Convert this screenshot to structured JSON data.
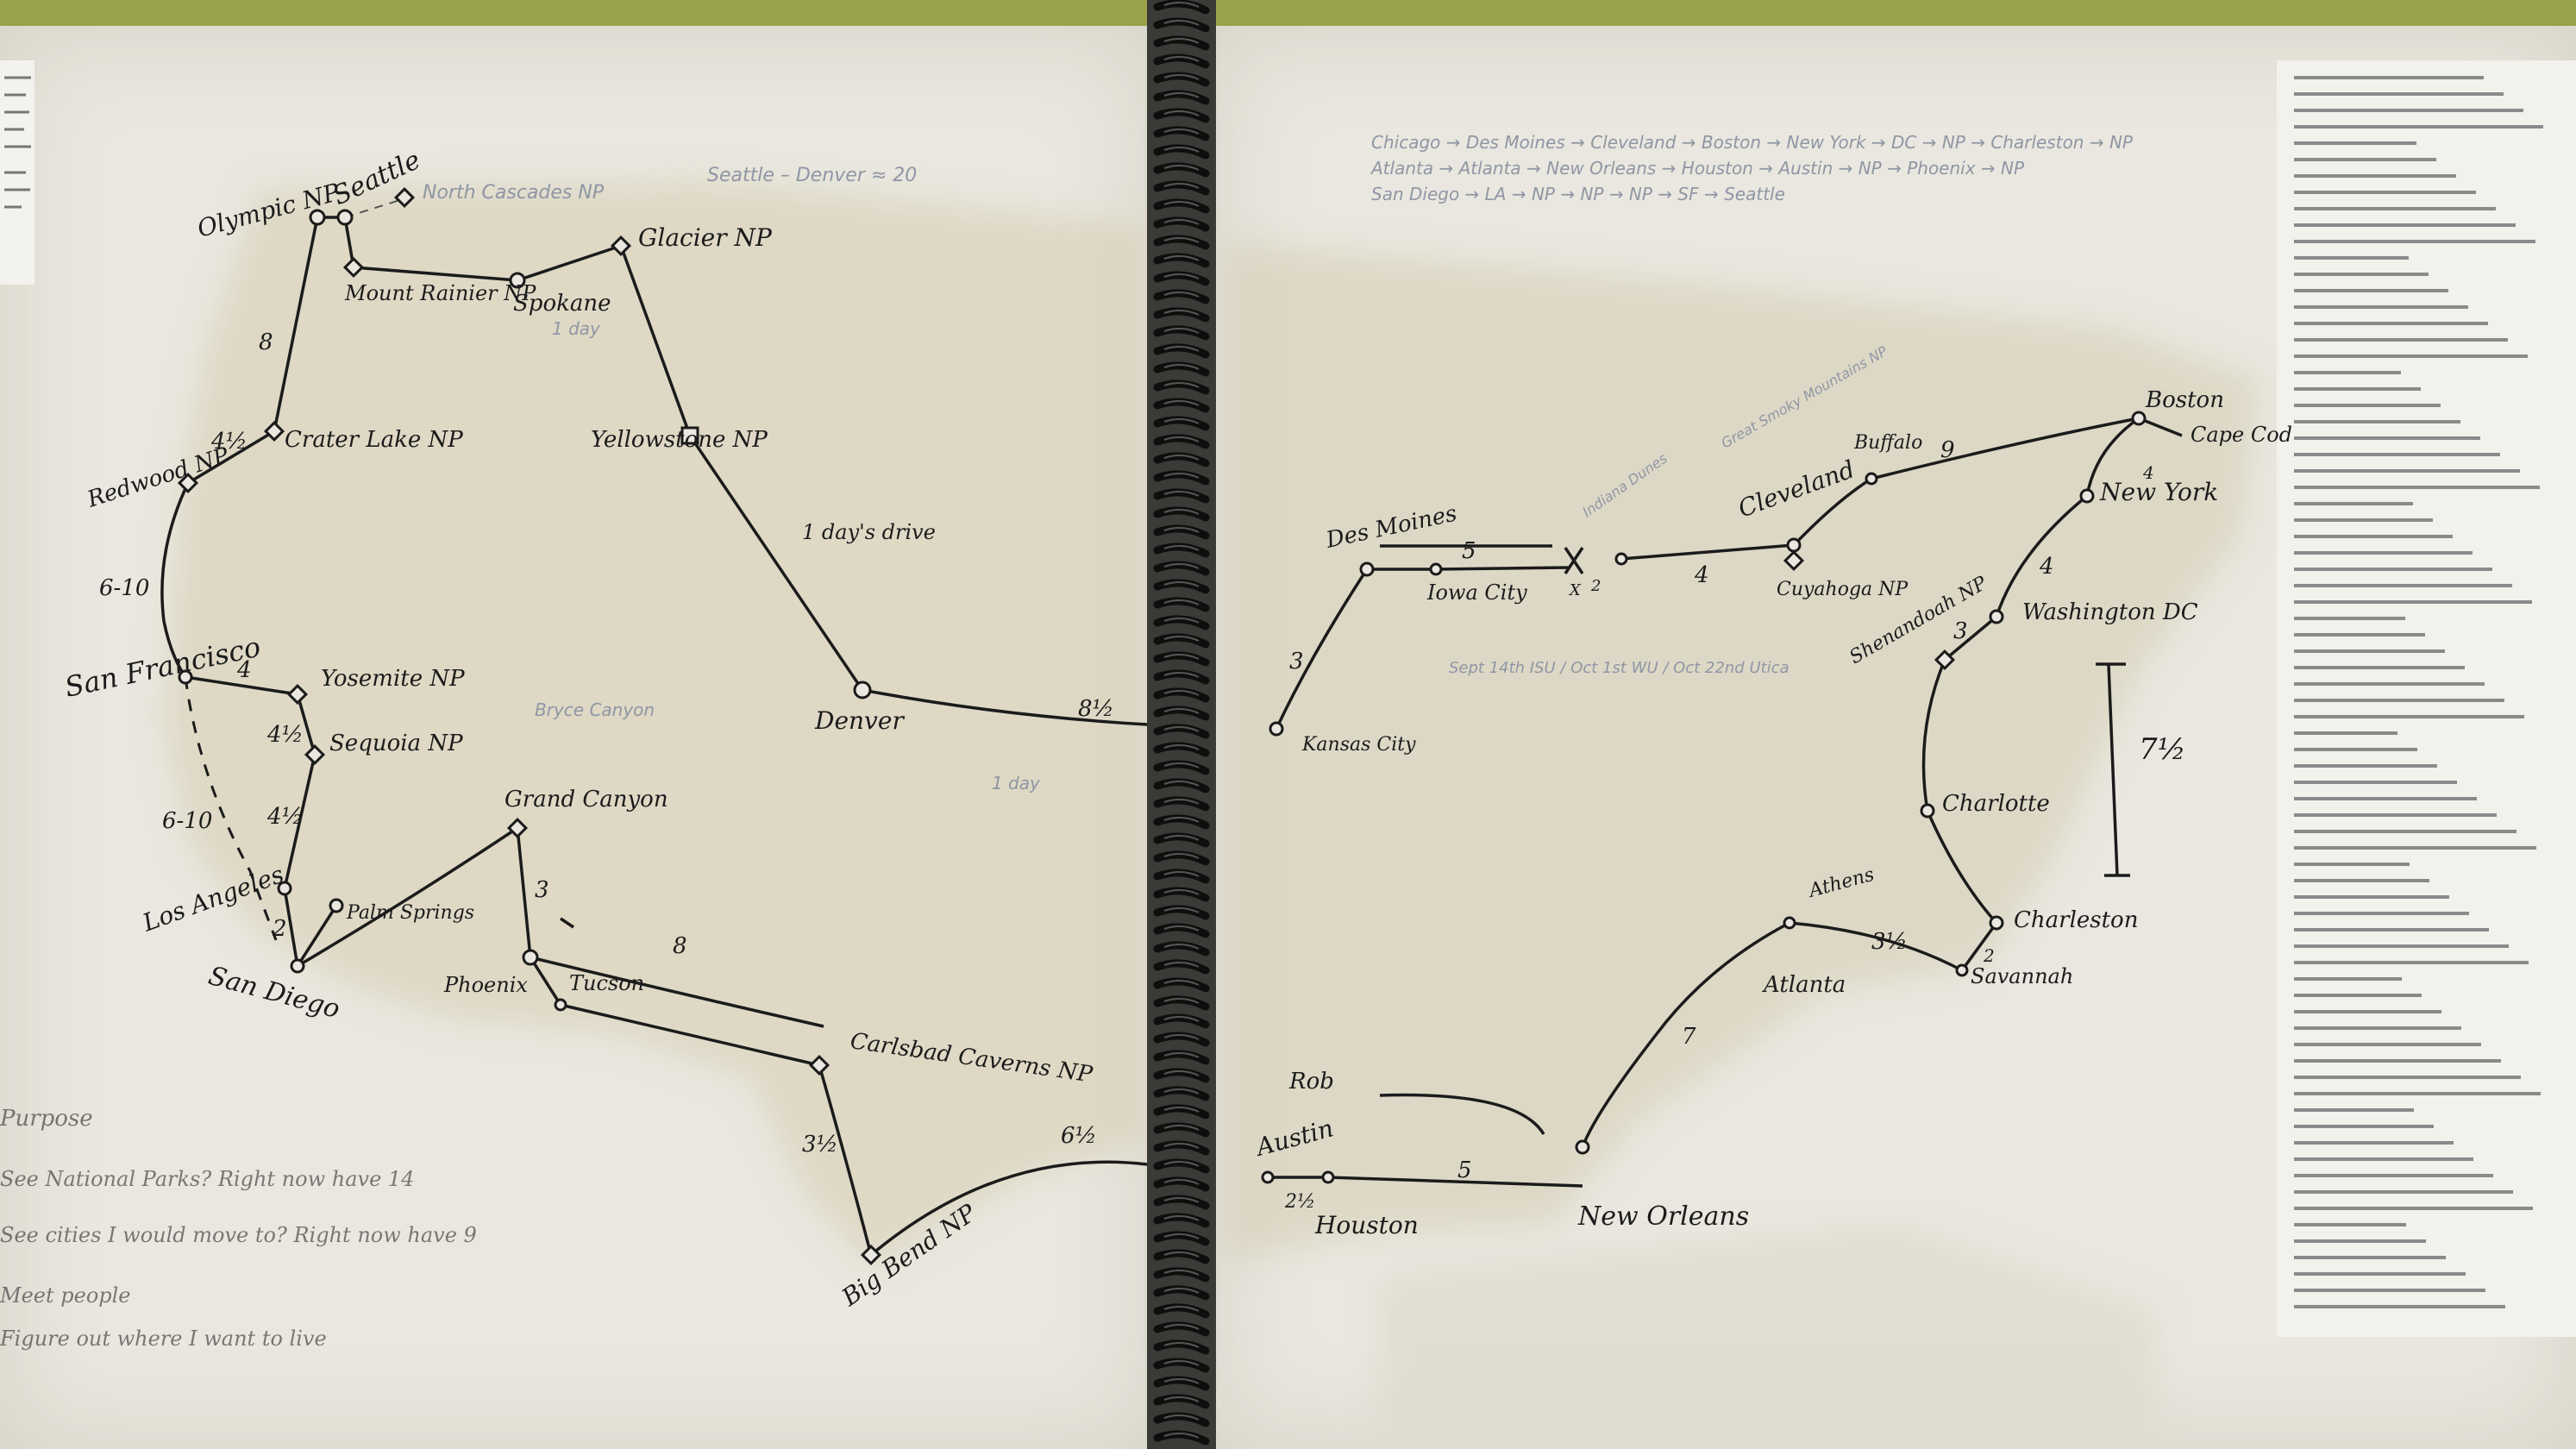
{
  "scene": {
    "description_colors": {
      "desk": "#9aa24a",
      "paper": "#e9e7df",
      "map_tint": "#d8cfb2",
      "ink": "#1b1b1b",
      "faint_pencil": "#8f96a4",
      "spiral": "#141414"
    }
  },
  "header_notes": {
    "left": "Seattle – Denver ≈ 20",
    "right_line1": "Chicago → Des Moines → Cleveland → Boston → New York → DC → NP → Charleston → NP",
    "right_line2": "Atlanta → Atlanta → New Orleans → Houston → Austin → NP → Phoenix → NP",
    "right_line3": "San Diego → LA → NP → NP → NP → SF → Seattle"
  },
  "west_labels": {
    "seattle": "Seattle",
    "olympic": "Olympic NP",
    "north_cascades": "North Cascades NP",
    "mount_rainier": "Mount Rainier NP",
    "spokane": "Spokane",
    "glacier": "Glacier NP",
    "crater_lake": "Crater Lake NP",
    "redwood": "Redwood NP",
    "yellowstone": "Yellowstone NP",
    "san_francisco": "San Francisco",
    "yosemite": "Yosemite NP",
    "sequoia": "Sequoia NP",
    "los_angeles": "Los Angeles",
    "palm_springs": "Palm Springs",
    "san_diego": "San Diego",
    "grand_canyon": "Grand Canyon",
    "phoenix": "Phoenix",
    "tucson": "Tucson",
    "carlsbad": "Carlsbad Caverns NP",
    "big_bend": "Big Bend NP",
    "denver": "Denver",
    "days_drive": "1 day's drive",
    "one_day_a": "1 day",
    "one_day_b": "1 day",
    "bryce": "Bryce Canyon"
  },
  "west_distances": {
    "seattle_crater": "8",
    "crater_redwood": "4½",
    "redwood_sf": "6-10",
    "sf_yosemite": "4",
    "yosemite_sequoia": "4½",
    "sequoia_la": "4½",
    "sf_la_dashed": "6-10",
    "la_sd": "2",
    "pheonix_grand": "3",
    "tucson_carlsbad": "8",
    "carlsbad_bigbend": "3½",
    "bigbend_east": "6½",
    "denver_east": "8½"
  },
  "east_labels": {
    "des_moines": "Des Moines",
    "iowa_city": "Iowa City",
    "kansas_city": "Kansas City",
    "chicago_x": "X",
    "cleveland": "Cleveland",
    "cuyahoga": "Cuyahoga NP",
    "buffalo": "Buffalo",
    "boston": "Boston",
    "cape_cod": "Cape Cod",
    "new_york": "New York",
    "washington": "Washington DC",
    "shenandoah": "Shenandoah NP",
    "charlotte": "Charlotte",
    "charleston": "Charleston",
    "savannah": "Savannah",
    "athens": "Athens",
    "atlanta": "Atlanta",
    "new_orleans": "New Orleans",
    "rob": "Rob",
    "austin": "Austin",
    "houston": "Houston",
    "dates": "Sept 14th ISU / Oct 1st WU / Oct 22nd Utica",
    "great_smoky": "Great Smoky Mountains NP",
    "indiana_dunes": "Indiana Dunes"
  },
  "east_distances": {
    "des_iowa": "5",
    "kc_des": "3",
    "iowa_x": "2",
    "x_cleveland": "4",
    "buffalo_boston": "9",
    "boston_ny": "4",
    "ny_dc": "4",
    "dc_shen": "3",
    "span": "7½",
    "savannah_charleston": "2",
    "athens_savannah": "3½",
    "atlanta_no": "7",
    "houston_no": "5",
    "austin_houston": "2½"
  },
  "margin_notes_left": {
    "purpose": "Purpose",
    "line1": "See National Parks? Right now have 14",
    "line2": "See cities I would move to? Right now have 9",
    "line3": "Meet people",
    "line4": "Figure out where I want to live"
  }
}
